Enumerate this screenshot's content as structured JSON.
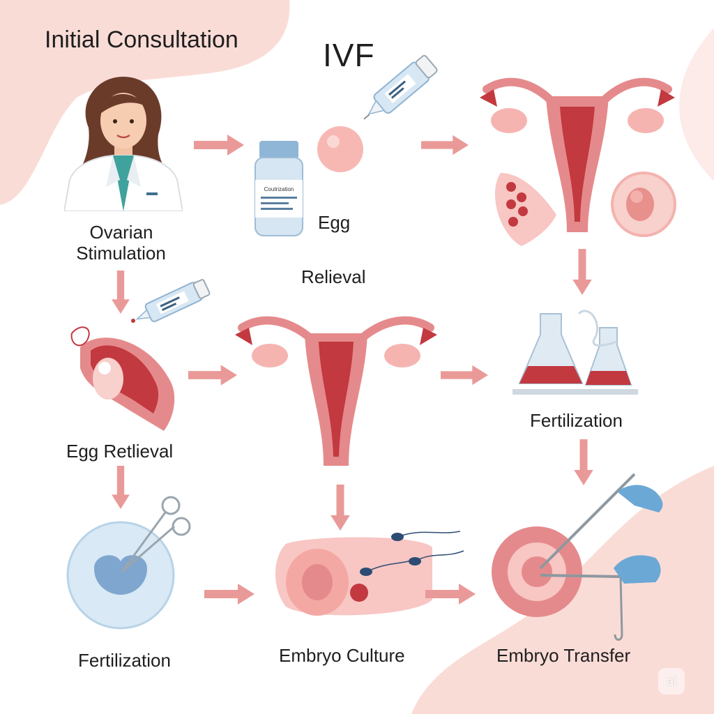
{
  "title": "IVF",
  "initial_label": "Initial Consultation",
  "steps": [
    {
      "id": "ovarian",
      "label_line1": "Ovarian",
      "label_line2": "Stimulation"
    },
    {
      "id": "egg",
      "label": "Egg"
    },
    {
      "id": "relieval",
      "label": "Relieval"
    },
    {
      "id": "egg-retrieval",
      "label": "Egg Retlieval"
    },
    {
      "id": "fertilization-right",
      "label": "Fertilization"
    },
    {
      "id": "fertilization-left",
      "label": "Fertilization"
    },
    {
      "id": "culture",
      "label": "Embryo Culture"
    },
    {
      "id": "transfer",
      "label": "Embryo Transfer"
    }
  ],
  "bottle_label": "Coutrization",
  "watermark": "ai",
  "colors": {
    "accent": "#e99a98",
    "organ": "#e58a8c",
    "organ_dark": "#c2393f",
    "blob": "#fadcd7",
    "glass": "#cfe2f0"
  }
}
